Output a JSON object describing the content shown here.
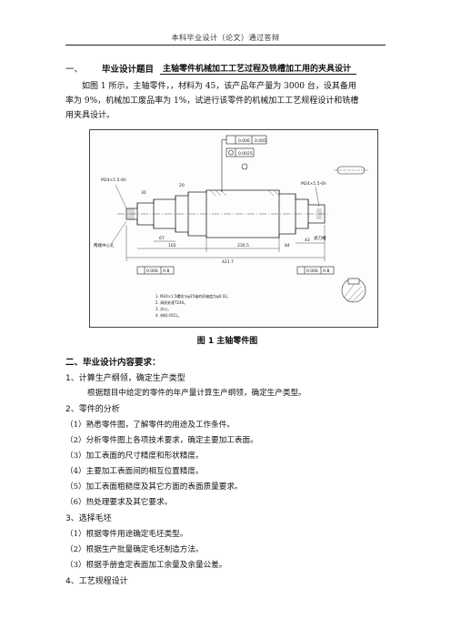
{
  "header": {
    "text": "本科毕业设计（论文）通过答辩"
  },
  "section1": {
    "number": "一、",
    "label": "毕业设计题目",
    "title": "主轴零件机械加工工艺过程及铣槽加工用的夹具设计",
    "para_line1": "如图 1 所示，主轴零件，，材料为 45，该产品年产量为 3000 台，设其备用",
    "para_line2": "率为 9%，机械加工废品率为 1%，试进行该零件的机械加工工艺规程设计和铣槽",
    "para_line3": "用夹具设计。"
  },
  "figure": {
    "caption": "图 1   主轴零件图",
    "labels": {
      "tol1": "0.006",
      "tol1b": "0.005",
      "tol2": "0.0025",
      "tol3": "0.006",
      "tol3b": "A-B",
      "tol4": "0.006",
      "tol4b": "A-B",
      "dim_total": "421.7",
      "dim_mid": "230.5",
      "dim_a": "102",
      "dim_b": "67",
      "dim_c": "84",
      "dim_d": "43",
      "dim_e": "30",
      "dim_f": "20",
      "thread_l": "M24×1.5-6h",
      "thread_r": "M24×1.5-6h",
      "note_l": "两端中心孔",
      "note_r": "退刀槽",
      "notes": [
        "1. M24×1.5螺纹与φ25轴的同轴度为φ0.02。",
        "2. 调质处理T240。",
        "3. 淬火。",
        "4. 材料:45CL。"
      ]
    }
  },
  "section2": {
    "heading": "二、毕业设计内容要求：",
    "s1_title": "1、计算生产纲领，确定生产类型",
    "s1_para": "根据题目中给定的零件的年产量计算生产纲领，确定生产类型。",
    "s2_title": "2、零件的分析",
    "s2_items": [
      "（1）熟悉零件图，了解零件的用途及工作条件。",
      "（2）分析零件图上各项技术要求，确定主要加工表面。",
      "（3）加工表面的尺寸精度和形状精度。",
      "（4）主要加工表面间的相互位置精度。",
      "（5）加工表面粗糙度及其它方面的表面质量要求。",
      "（6）热处理要求及其它要求。"
    ],
    "s3_title": "3、选择毛坯",
    "s3_items": [
      "（1）根据零件用途确定毛坯类型。",
      "（2）根据生产批量确定毛坯制造方法。",
      "（3）根据手册查定表面加工余量及余量公差。"
    ],
    "s4_title": "4、工艺规程设计"
  }
}
